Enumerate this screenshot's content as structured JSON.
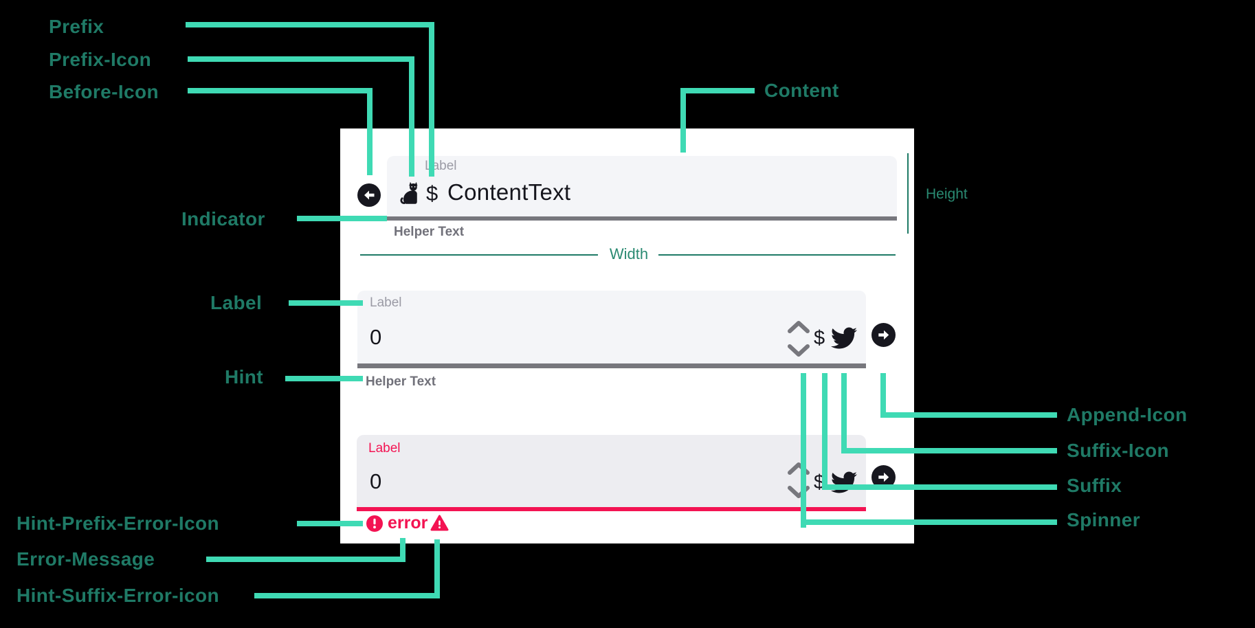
{
  "annotations": {
    "prefix": "Prefix",
    "prefix_icon": "Prefix-Icon",
    "before_icon": "Before-Icon",
    "content": "Content",
    "indicator": "Indicator",
    "label": "Label",
    "hint": "Hint",
    "hint_prefix_error_icon": "Hint-Prefix-Error-Icon",
    "error_message": "Error-Message",
    "hint_suffix_error_icon": "Hint-Suffix-Error-icon",
    "append_icon": "Append-Icon",
    "suffix_icon": "Suffix-Icon",
    "suffix": "Suffix",
    "spinner": "Spinner",
    "height": "Height",
    "width": "Width"
  },
  "fields": {
    "text_field": {
      "label": "Label",
      "prefix": "$",
      "value": "ContentText",
      "helper": "Helper Text",
      "before_icon": "arrow-left-circle",
      "prefix_icon": "cat"
    },
    "number_field": {
      "label": "Label",
      "value": "0",
      "suffix": "$",
      "helper": "Helper Text",
      "spinner": "up-down-chevrons",
      "suffix_icon": "twitter-bird",
      "append_icon": "arrow-right-circle"
    },
    "error_field": {
      "label": "Label",
      "value": "0",
      "suffix": "$",
      "error": "error",
      "spinner": "up-down-chevrons",
      "suffix_icon": "twitter-bird",
      "append_icon": "arrow-right-circle",
      "hint_prefix_icon": "exclamation-circle",
      "hint_suffix_icon": "warning-triangle"
    }
  },
  "colors": {
    "background": "#000000",
    "card": "#ffffff",
    "field_fill": "#f4f5f8",
    "field_fill_error": "#ededf1",
    "underline_gray": "#77777d",
    "label_gray": "#9b9ba5",
    "helper_gray": "#71717a",
    "content_black": "#16161d",
    "leader_teal": "#3fdab4",
    "annotation_teal": "#1f7a66",
    "measure_teal": "#2a8a72",
    "error_crimson": "#f31352",
    "icon_black": "#17171f",
    "spinner_gray": "#77777d"
  }
}
